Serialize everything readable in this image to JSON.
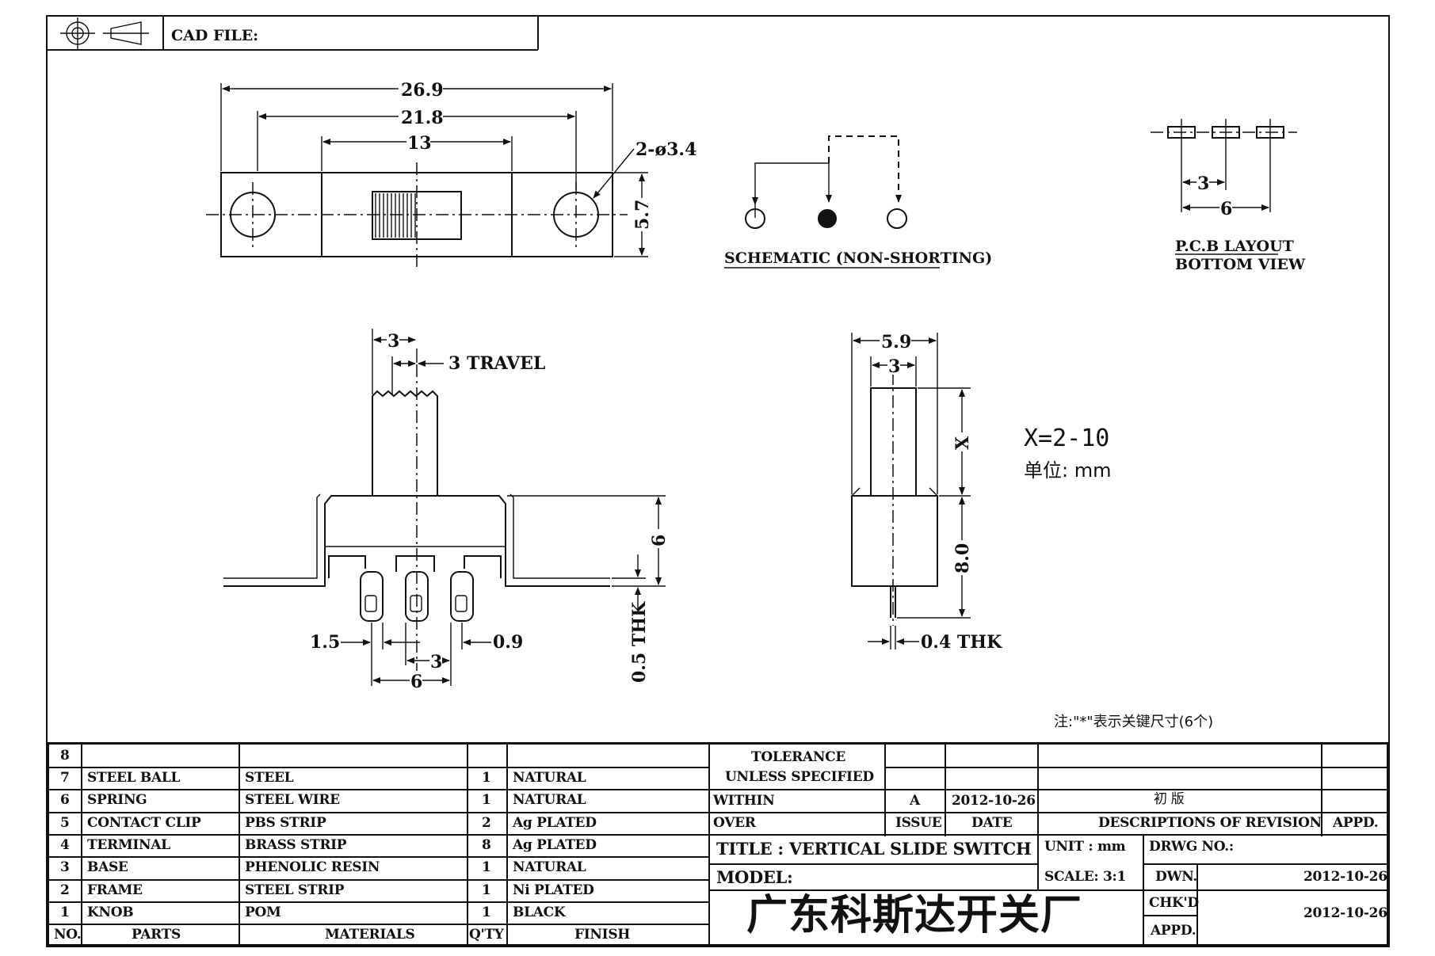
{
  "header": {
    "cad_file_label": "CAD FILE:",
    "projection_icon": "third-angle-projection-icon"
  },
  "top_view": {
    "dim_overall": "26.9",
    "dim_mount": "21.8",
    "dim_body": "13",
    "dim_holes": "2-ø3.4",
    "dim_height": "5.7"
  },
  "schematic": {
    "caption": "SCHEMATIC (NON-SHORTING)"
  },
  "pcb": {
    "caption_line1": "P.C.B LAYOUT",
    "caption_line2": "BOTTOM VIEW",
    "dim_pitch": "3",
    "dim_span": "6"
  },
  "front_view": {
    "dim_knob": "3",
    "dim_travel": "3 TRAVEL",
    "dim_body_h": "6",
    "dim_thk": "0.5 THK",
    "dim_pin_w": "1.5",
    "dim_pin_gap": "0.9",
    "dim_pitch": "3",
    "dim_span": "6"
  },
  "side_view": {
    "dim_width": "5.9",
    "dim_knob": "3",
    "dim_x": "X",
    "dim_body": "8.0",
    "dim_thk": "0.4 THK"
  },
  "notes": {
    "x_range": "X=2-10",
    "unit": "单位: mm",
    "key_dims": "注:\"*\"表示关键尺寸(6个)"
  },
  "bom": {
    "rows": [
      {
        "no": "8",
        "part": "",
        "material": "",
        "qty": "",
        "finish": ""
      },
      {
        "no": "7",
        "part": "STEEL BALL",
        "material": "STEEL",
        "qty": "1",
        "finish": "NATURAL"
      },
      {
        "no": "6",
        "part": "SPRING",
        "material": "STEEL WIRE",
        "qty": "1",
        "finish": "NATURAL"
      },
      {
        "no": "5",
        "part": "CONTACT CLIP",
        "material": "PBS STRIP",
        "qty": "2",
        "finish": "Ag PLATED"
      },
      {
        "no": "4",
        "part": "TERMINAL",
        "material": "BRASS STRIP",
        "qty": "8",
        "finish": "Ag PLATED"
      },
      {
        "no": "3",
        "part": "BASE",
        "material": "PHENOLIC RESIN",
        "qty": "1",
        "finish": "NATURAL"
      },
      {
        "no": "2",
        "part": "FRAME",
        "material": "STEEL STRIP",
        "qty": "1",
        "finish": "Ni PLATED"
      },
      {
        "no": "1",
        "part": "KNOB",
        "material": "POM",
        "qty": "1",
        "finish": "BLACK"
      }
    ],
    "header": {
      "no": "NO.",
      "part": "PARTS",
      "material": "MATERIALS",
      "qty": "Q'TY",
      "finish": "FINISH"
    }
  },
  "title_block": {
    "tolerance_line1": "TOLERANCE",
    "tolerance_line2": "UNLESS SPECIFIED",
    "within": "WITHIN",
    "over": "OVER",
    "rev_issue": "A",
    "rev_date": "2012-10-26",
    "rev_desc": "初 版",
    "issue_label": "ISSUE",
    "date_label": "DATE",
    "desc_label": "DESCRIPTIONS OF REVISION",
    "appd_label": "APPD.",
    "title": "TITLE : VERTICAL SLIDE SWITCH",
    "unit": "UNIT : mm",
    "drwg_no": "DRWG NO.:",
    "model": "MODEL:",
    "scale": "SCALE: 3:1",
    "dwn_label": "DWN.",
    "dwn_date": "2012-10-26",
    "company": "广东科斯达开关厂",
    "chkd_label": "CHK'D",
    "appd2_label": "APPD.",
    "chk_date": "2012-10-26"
  }
}
